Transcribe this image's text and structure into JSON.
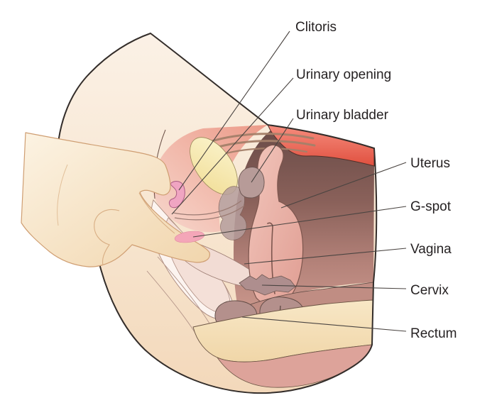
{
  "figure": {
    "kind": "anatomical-cross-section-diagram",
    "labels": [
      {
        "text": "Clitoris"
      },
      {
        "text": "Urinary opening"
      },
      {
        "text": "Urinary bladder"
      },
      {
        "text": "Uterus"
      },
      {
        "text": "G-spot"
      },
      {
        "text": "Vagina"
      },
      {
        "text": "Cervix"
      },
      {
        "text": "Rectum"
      }
    ],
    "colors": {
      "background": "#ffffff",
      "skin_light": "#fbf1e6",
      "skin_deep": "#f3d8ba",
      "hand_skin": "#f7e4c6",
      "cut_band_red": "#e8564a",
      "interior_dark": "#6b4c48",
      "interior_light": "#c9968b",
      "mons_pink": "#ec9a88",
      "organ_pink": "#efc0b6",
      "pubic_bone_yellow": "#f7ecae",
      "gspot_pink": "#f4a6b8",
      "clitoris_pink": "#f0a5c2",
      "rectum_mauve": "#b4908c",
      "pelvic_band_cream": "#f4dfb8",
      "gluteal_band_pink": "#dda39a",
      "outline": "#332d2a",
      "leader_line": "#4a4441",
      "label_text": "#262223"
    }
  }
}
